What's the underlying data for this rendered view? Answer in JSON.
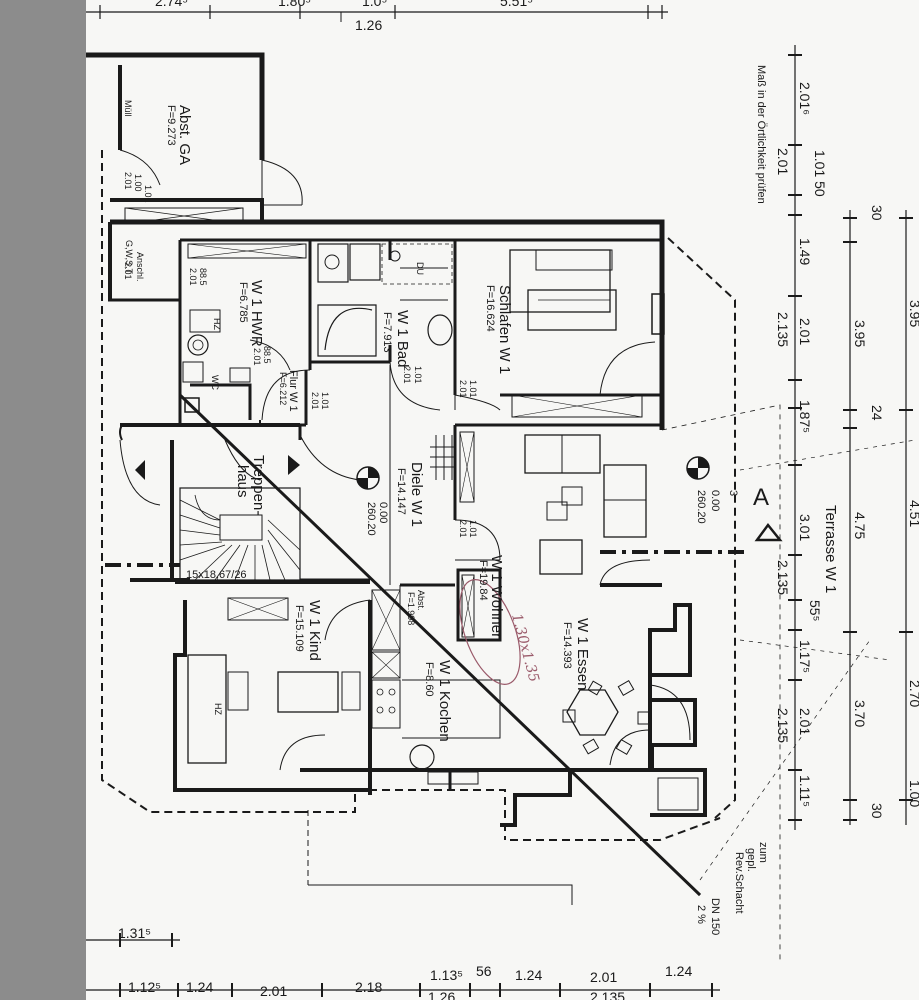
{
  "colors": {
    "paper": "#f7f7f5",
    "ink": "#1a1a1a",
    "margin": "#8c8c8c",
    "annotation": "#9a5a6a"
  },
  "top_dims": [
    "2.74⁵",
    "1.80⁵",
    "1.26",
    "5.51⁵",
    "1.0⁵"
  ],
  "bottom_dims": [
    "1.31⁵",
    "1.12⁵",
    "1.24",
    "2.01",
    "2.18",
    "1.13⁵",
    "56",
    "1.24",
    "2.01",
    "1.24",
    "1.26",
    "2.135"
  ],
  "right_dims_1": [
    "2.01⁶",
    "1.01 50",
    "2.01",
    "1.49",
    "2.01",
    "2.135",
    "1.87⁵",
    "3.01",
    "2.135",
    "55⁵",
    "1.17⁵",
    "2.01",
    "2.135",
    "1.11⁵"
  ],
  "right_dims_2": [
    "30",
    "3.95",
    "24",
    "4.75",
    "3.70",
    "30"
  ],
  "right_dims_3": [
    "3.95",
    "4.51",
    "2.70",
    "1.00"
  ],
  "note_check": "Maß in der Örtlichkeit prüfen",
  "rooms": {
    "abst": {
      "name": "Abst. GA",
      "area": "F=9.273"
    },
    "muell": "Müll",
    "hwr": {
      "name": "W 1 HWR",
      "area": "F=6.785"
    },
    "bad": {
      "name": "W 1 Bad",
      "area": "F=7.913"
    },
    "schlafen": {
      "name": "Schlafen W 1",
      "area": "F=16.624"
    },
    "flur": {
      "name": "Flur W 1",
      "area": "F=6.212"
    },
    "wc": "WC",
    "treppen": {
      "name": "Treppen-",
      "name2": "haus"
    },
    "diele": {
      "name": "Diele W 1",
      "area": "F=14.147"
    },
    "wohnen": {
      "name": "W 1 Wohnen",
      "area": "F=19.84"
    },
    "essen": {
      "name": "W 1 Essen",
      "area": "F=14.393"
    },
    "kind": {
      "name": "W 1 Kind",
      "area": "F=15.109"
    },
    "kochen": {
      "name": "W 1 Kochen",
      "area": "F=8.60"
    },
    "abst2": {
      "name": "Abst.",
      "area": "F=1.998"
    },
    "terrasse": "Terrasse W 1",
    "hz": "HZ",
    "gwst": "G,W,S,T",
    "anschl": "Anschl."
  },
  "levels": {
    "l1": "0.00",
    "l1b": "260.20",
    "l2": "0.00",
    "l2b": "260.20"
  },
  "door_dims": [
    "1.01",
    "2.01",
    "1.00",
    "2.01",
    "88.5",
    "2.01",
    "88.5",
    "2.01",
    "1.01",
    "2.01",
    "1.01",
    "2.01",
    "1.01",
    "2.01",
    "1.01",
    "2.01"
  ],
  "stairs": "15x18,67/26",
  "section": "A",
  "section_num": "3",
  "du": "DU",
  "sewer": {
    "l1": "zum",
    "l2": "gepl.",
    "l3": "Rev.Schacht",
    "l4": "DN 150",
    "l5": "2 %"
  },
  "handnote": "1.30x1.35"
}
